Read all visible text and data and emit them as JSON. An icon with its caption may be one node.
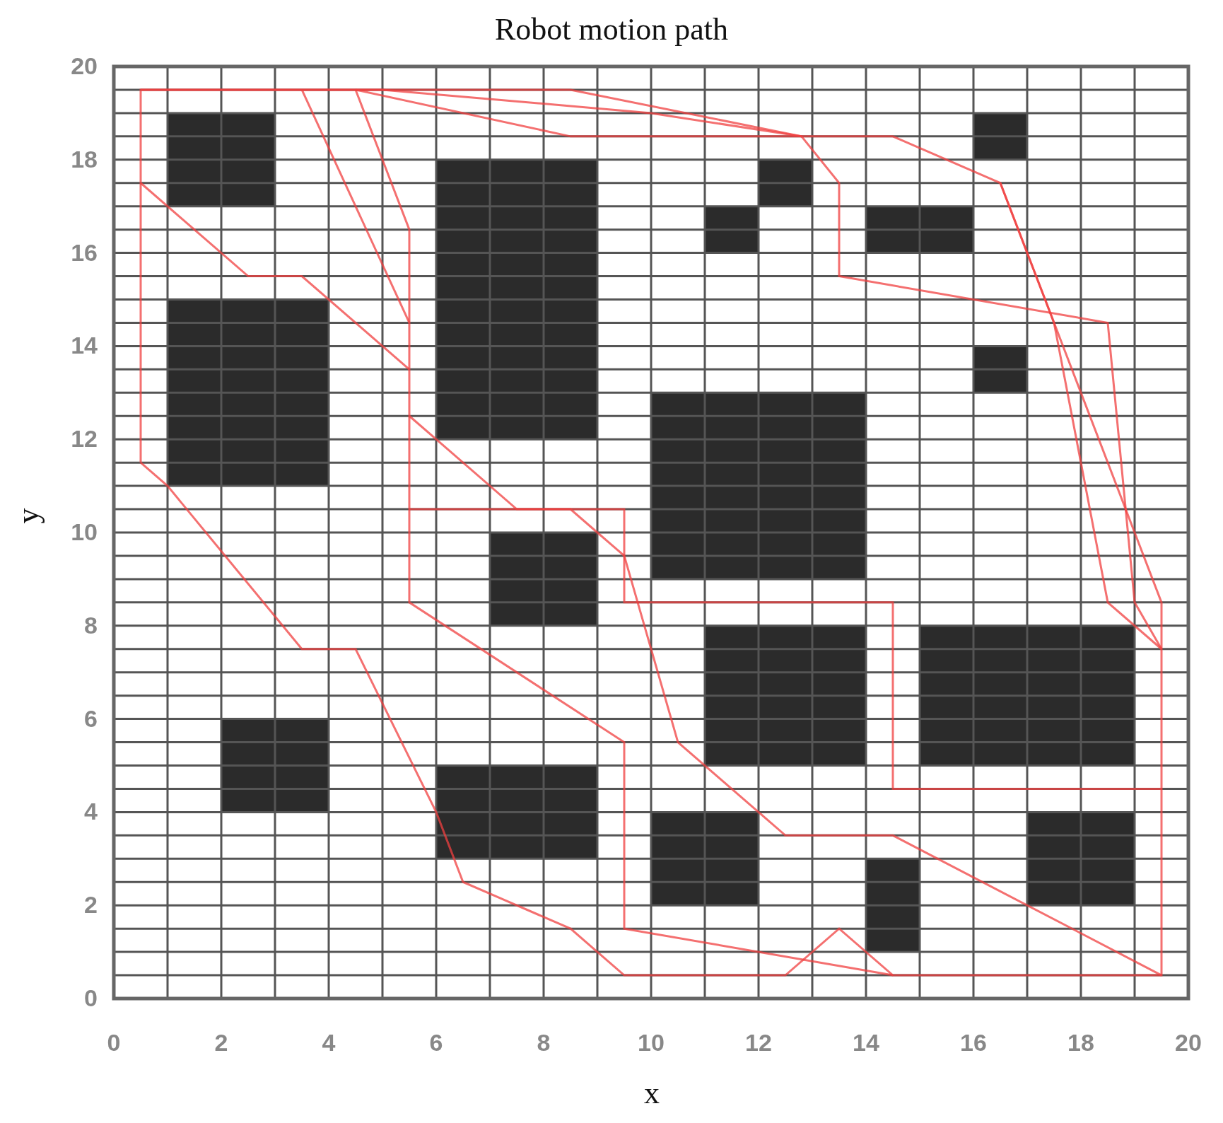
{
  "diagram": {
    "title": "Robot motion path",
    "labels": [
      "20",
      "18",
      "16",
      "14",
      "12",
      "10",
      "8",
      "6",
      "4",
      "2",
      "0",
      "0",
      "2",
      "4",
      "6",
      "8",
      "10",
      "12",
      "14",
      "16",
      "18",
      "20",
      "y",
      "x"
    ]
  }
}
